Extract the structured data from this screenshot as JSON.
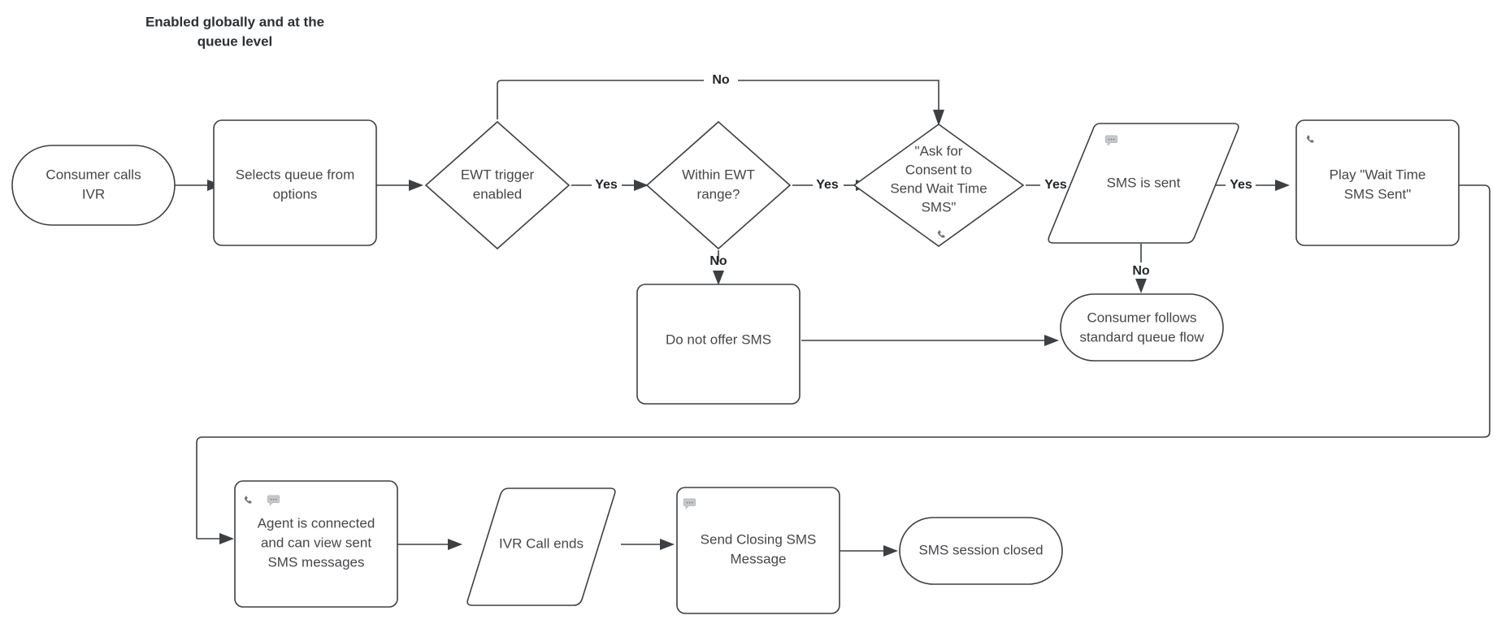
{
  "diagram": {
    "type": "flowchart",
    "title_note": "Enabled globally and at the queue level",
    "colors": {
      "stroke": "#3c4043",
      "node_text": "#44474a",
      "edge_label_text": "#22262a",
      "background": "#ffffff",
      "icon_phone": "#6f7479",
      "icon_chat": "#b9bcbf"
    },
    "nodes": [
      {
        "id": "consumer_calls_ivr",
        "label": "Consumer calls IVR",
        "line1": "Consumer calls",
        "line2": "IVR",
        "shape": "stadium",
        "icons": []
      },
      {
        "id": "selects_queue",
        "label": "Selects queue from options",
        "line1": "Selects queue from",
        "line2": "options",
        "shape": "rounded-rect",
        "icons": []
      },
      {
        "id": "ewt_trigger",
        "label": "EWT trigger enabled",
        "line1": "EWT trigger",
        "line2": "enabled",
        "shape": "diamond",
        "icons": []
      },
      {
        "id": "within_ewt_range",
        "label": "Within EWT range?",
        "line1": "Within EWT",
        "line2": "range?",
        "shape": "diamond",
        "icons": []
      },
      {
        "id": "ask_for_consent",
        "label": "\"Ask for Consent to Send Wait Time SMS\"",
        "line1": "\"Ask for",
        "line2": "Consent to",
        "line3": "Send Wait Time",
        "line4": "SMS\"",
        "shape": "diamond",
        "icons": [
          "phone-icon"
        ]
      },
      {
        "id": "sms_is_sent",
        "label": "SMS is sent",
        "line1": "SMS is sent",
        "shape": "parallelogram",
        "icons": [
          "chat-icon"
        ]
      },
      {
        "id": "play_wait_time",
        "label": "Play \"Wait Time SMS Sent\"",
        "line1": "Play \"Wait Time",
        "line2": "SMS Sent\"",
        "shape": "rounded-rect",
        "icons": [
          "phone-icon"
        ]
      },
      {
        "id": "do_not_offer_sms",
        "label": "Do not offer SMS",
        "line1": "Do not offer SMS",
        "shape": "rounded-rect",
        "icons": []
      },
      {
        "id": "consumer_standard_flow",
        "label": "Consumer follows standard queue flow",
        "line1": "Consumer follows",
        "line2": "standard queue flow",
        "shape": "stadium",
        "icons": []
      },
      {
        "id": "agent_connected",
        "label": "Agent is connected and can view sent SMS messages",
        "line1": "Agent is connected",
        "line2": "and can view sent",
        "line3": "SMS messages",
        "shape": "rounded-rect",
        "icons": [
          "phone-icon",
          "chat-icon"
        ]
      },
      {
        "id": "ivr_call_ends",
        "label": "IVR Call ends",
        "line1": "IVR Call ends",
        "shape": "parallelogram",
        "icons": []
      },
      {
        "id": "send_closing_sms",
        "label": "Send Closing SMS Message",
        "line1": "Send Closing SMS",
        "line2": "Message",
        "shape": "rounded-rect",
        "icons": [
          "chat-icon"
        ]
      },
      {
        "id": "sms_session_closed",
        "label": "SMS session closed",
        "line1": "SMS session closed",
        "shape": "stadium",
        "icons": []
      }
    ],
    "edges": [
      {
        "from": "consumer_calls_ivr",
        "to": "selects_queue",
        "label": ""
      },
      {
        "from": "selects_queue",
        "to": "ewt_trigger",
        "label": ""
      },
      {
        "from": "ewt_trigger",
        "to": "within_ewt_range",
        "label": "Yes"
      },
      {
        "from": "ewt_trigger",
        "to": "ask_for_consent",
        "label": "No"
      },
      {
        "from": "within_ewt_range",
        "to": "ask_for_consent",
        "label": "Yes"
      },
      {
        "from": "within_ewt_range",
        "to": "do_not_offer_sms",
        "label": "No"
      },
      {
        "from": "ask_for_consent",
        "to": "sms_is_sent",
        "label": "Yes"
      },
      {
        "from": "sms_is_sent",
        "to": "play_wait_time",
        "label": "Yes"
      },
      {
        "from": "sms_is_sent",
        "to": "consumer_standard_flow",
        "label": "No"
      },
      {
        "from": "do_not_offer_sms",
        "to": "consumer_standard_flow",
        "label": ""
      },
      {
        "from": "play_wait_time",
        "to": "agent_connected",
        "label": ""
      },
      {
        "from": "agent_connected",
        "to": "ivr_call_ends",
        "label": ""
      },
      {
        "from": "ivr_call_ends",
        "to": "send_closing_sms",
        "label": ""
      },
      {
        "from": "send_closing_sms",
        "to": "sms_session_closed",
        "label": ""
      }
    ],
    "edge_labels": {
      "yes": "Yes",
      "no": "No"
    },
    "icons": {
      "phone": "✆",
      "chat": "●●●"
    }
  }
}
